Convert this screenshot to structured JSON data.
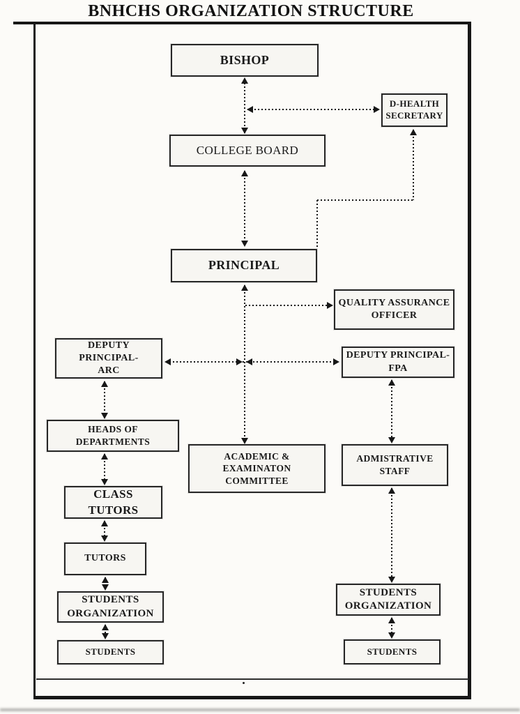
{
  "title": "BNHCHS ORGANIZATION STRUCTURE",
  "diagram": {
    "nodes": [
      {
        "id": "bishop",
        "label": "BISHOP"
      },
      {
        "id": "d-health-secretary",
        "label": "D-HEALTH\nSECRETARY"
      },
      {
        "id": "college-board",
        "label": "COLLEGE BOARD"
      },
      {
        "id": "principal",
        "label": "PRINCIPAL"
      },
      {
        "id": "quality-assurance-officer",
        "label": "QUALITY ASSURANCE\nOFFICER"
      },
      {
        "id": "deputy-principal-arc",
        "label": "DEPUTY PRINCIPAL-\nARC"
      },
      {
        "id": "deputy-principal-fpa",
        "label": "DEPUTY PRINCIPAL-\nFPA"
      },
      {
        "id": "heads-of-departments",
        "label": "HEADS OF DEPARTMENTS"
      },
      {
        "id": "academic-examination-committee",
        "label": "ACADEMIC & EXAMINATON\nCOMMITTEE"
      },
      {
        "id": "administrative-staff",
        "label": "ADMISTRATIVE\nSTAFF"
      },
      {
        "id": "class-tutors",
        "label": "CLASS TUTORS"
      },
      {
        "id": "tutors",
        "label": "TUTORS"
      },
      {
        "id": "students-organization-left",
        "label": "STUDENTS\nORGANIZATION"
      },
      {
        "id": "students-left",
        "label": "STUDENTS"
      },
      {
        "id": "students-organization-right",
        "label": "STUDENTS\nORGANIZATION"
      },
      {
        "id": "students-right",
        "label": "STUDENTS"
      }
    ],
    "edges": [
      {
        "from": "bishop",
        "to": "college-board",
        "style": "dotted-double-arrow"
      },
      {
        "from": "bishop-college-board-link",
        "to": "d-health-secretary",
        "style": "dotted-double-arrow"
      },
      {
        "from": "college-board",
        "to": "principal",
        "style": "dotted-double-arrow"
      },
      {
        "from": "principal",
        "to": "d-health-secretary",
        "style": "dotted-elbow-arrow"
      },
      {
        "from": "principal",
        "to": "quality-assurance-officer",
        "style": "dotted-arrow"
      },
      {
        "from": "principal",
        "to": "academic-examination-committee",
        "style": "dotted-double-arrow"
      },
      {
        "from": "deputy-principal-arc",
        "to": "deputy-principal-fpa",
        "style": "dotted-double-arrow"
      },
      {
        "from": "deputy-principal-arc",
        "to": "heads-of-departments",
        "style": "dotted-double-arrow"
      },
      {
        "from": "heads-of-departments",
        "to": "class-tutors",
        "style": "dotted-double-arrow"
      },
      {
        "from": "class-tutors",
        "to": "tutors",
        "style": "dotted-double-arrow"
      },
      {
        "from": "tutors",
        "to": "students-organization-left",
        "style": "dotted-double-arrow"
      },
      {
        "from": "students-organization-left",
        "to": "students-left",
        "style": "dotted-double-arrow"
      },
      {
        "from": "deputy-principal-fpa",
        "to": "administrative-staff",
        "style": "dotted-double-arrow"
      },
      {
        "from": "administrative-staff",
        "to": "students-organization-right",
        "style": "dotted-double-arrow"
      },
      {
        "from": "students-organization-right",
        "to": "students-right",
        "style": "dotted-double-arrow"
      }
    ]
  },
  "colors": {
    "box_fill": "#f7f6f2",
    "box_border": "#262626",
    "line": "#171717",
    "page_background": "#fcfbf8"
  }
}
